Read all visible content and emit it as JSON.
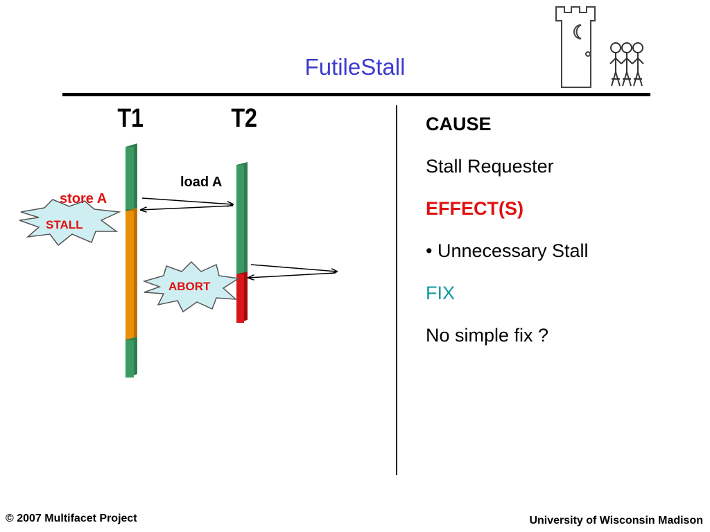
{
  "slide": {
    "title": "FutileStall"
  },
  "diagram": {
    "threads": [
      "T1",
      "T2"
    ],
    "ops": {
      "load": "load A",
      "store": "store A"
    },
    "bursts": {
      "stall": "STALL",
      "abort": "ABORT"
    },
    "colors": {
      "running": "#2f7d4f",
      "stalled": "#e08a00",
      "aborted": "#cc1010",
      "burst_fill": "#cfeef2"
    }
  },
  "panel": {
    "cause_heading": "CAUSE",
    "cause_text": "Stall Requester",
    "effect_heading": "EFFECT(S)",
    "effect_item": "• Unnecessary Stall",
    "fix_heading": "FIX",
    "fix_text": "No simple fix ?"
  },
  "footer": {
    "left": "© 2007 Multifacet Project",
    "right": "University of Wisconsin Madison"
  }
}
